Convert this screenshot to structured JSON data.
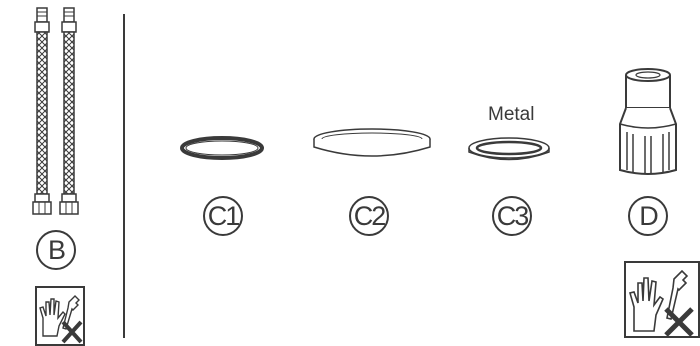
{
  "parts": {
    "b": {
      "label": "B"
    },
    "c1": {
      "label": "C1"
    },
    "c2": {
      "label": "C2"
    },
    "c3": {
      "label": "C3",
      "note": "Metal"
    },
    "d": {
      "label": "D"
    }
  },
  "icons": [
    "hose-pair-icon",
    "rubber-seal-icon",
    "flat-gasket-icon",
    "metal-washer-icon",
    "connector-nut-icon",
    "hand-tighten-no-wrench-icon"
  ],
  "colors": {
    "line": "#3a3a3a",
    "background": "#ffffff"
  }
}
